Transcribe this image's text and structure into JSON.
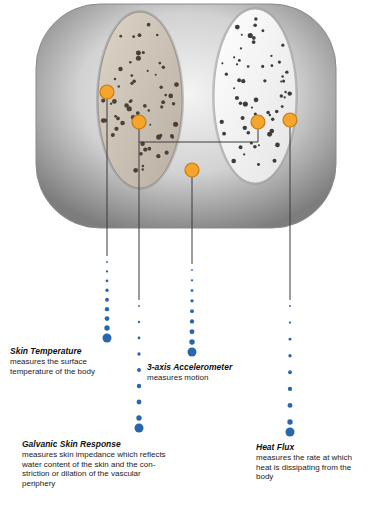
{
  "diagram": {
    "labels": [
      "Skin Temperature",
      "measures the surface temperature of the body",
      "3-axis Accelerometer",
      "measures motion",
      "Galvanic Skin Response",
      "measures skin impedance which reflects water content of the skin and the con- striction or dilation of the vascular periphery",
      "Heat Flux",
      "measures the rate at which heat is dissipating from the body"
    ]
  }
}
